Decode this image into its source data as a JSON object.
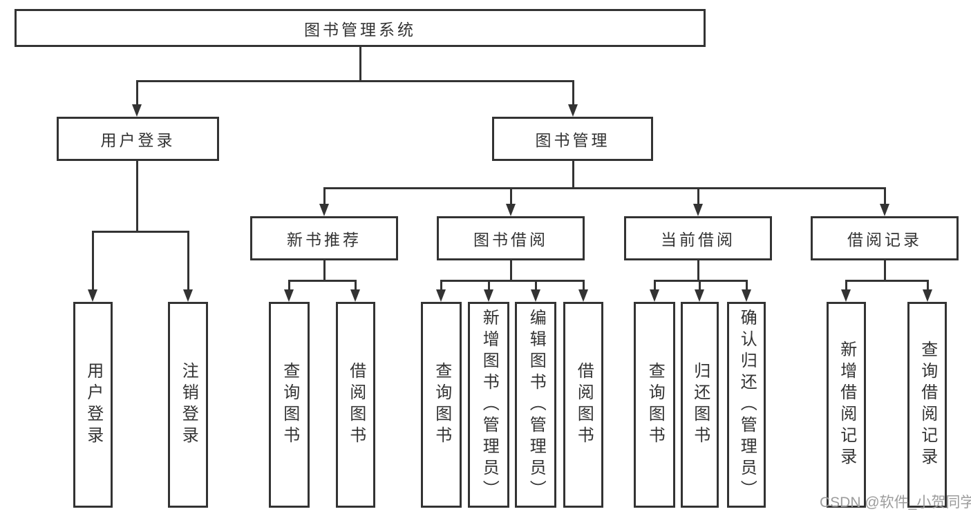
{
  "diagram": {
    "tree": {
      "root": {
        "label": "图书管理系统"
      },
      "branches": [
        {
          "label": "用户登录",
          "children": [
            {
              "label": "用户登录"
            },
            {
              "label": "注销登录"
            }
          ]
        },
        {
          "label": "图书管理",
          "sections": [
            {
              "label": "新书推荐",
              "children": [
                {
                  "label": "查询图书"
                },
                {
                  "label": "借阅图书"
                }
              ]
            },
            {
              "label": "图书借阅",
              "children": [
                {
                  "label": "查询图书"
                },
                {
                  "label": "新增图书（管理员）"
                },
                {
                  "label": "编辑图书（管理员）"
                },
                {
                  "label": "借阅图书"
                }
              ]
            },
            {
              "label": "当前借阅",
              "children": [
                {
                  "label": "查询图书"
                },
                {
                  "label": "归还图书"
                },
                {
                  "label": "确认归还（管理员）"
                }
              ]
            },
            {
              "label": "借阅记录",
              "children": [
                {
                  "label": "新增借阅记录"
                },
                {
                  "label": "查询借阅记录"
                }
              ]
            }
          ]
        }
      ]
    },
    "watermark": "CSDN @软件_小贺同学",
    "colors": {
      "line": "#333333",
      "text": "#333333",
      "watermark": "#9c9c9c",
      "background": "#ffffff"
    }
  }
}
